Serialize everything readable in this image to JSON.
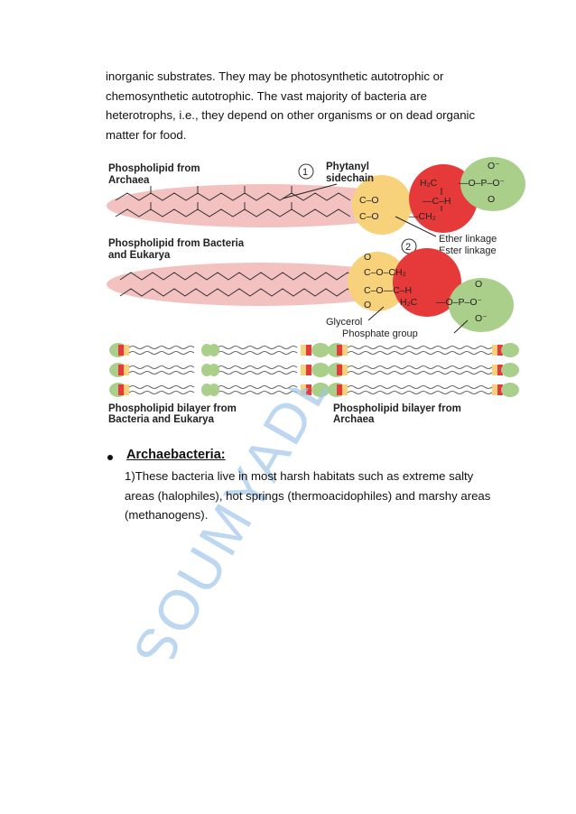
{
  "paragraph1": {
    "lines": [
      "inorganic substrates. They may be photosynthetic autotrophic or",
      "chemosynthetic autotrophic. The vast majority of bacteria are",
      "heterotrophs, i.e., they depend on other organisms or on dead organic",
      "matter for food."
    ]
  },
  "figure": {
    "label_archaea": [
      "Phospholipid from",
      "Archaea"
    ],
    "label_bacteria": [
      "Phospholipid from Bacteria",
      "and Eukarya"
    ],
    "marker1": "1",
    "marker2": "2",
    "phytanyl": [
      "Phytanyl",
      "sidechain"
    ],
    "ether": "Ether linkage",
    "ester": "Ester linkage",
    "glycerol": "Glycerol",
    "phosphate": "Phosphate group",
    "bilayer_bacteria": [
      "Phospholipid bilayer from",
      "Bacteria and Eukarya"
    ],
    "bilayer_archaea": [
      "Phospholipid bilayer from",
      "Archaea"
    ],
    "colors": {
      "tail": "#f4c1c1",
      "glycerol": "#f7d27a",
      "phosphate_red": "#e63a3a",
      "phosphate_green": "#a9cf8a"
    }
  },
  "section": {
    "title": "Archaebacteria:",
    "lines": [
      "1)These bacteria  live in most harsh habitats such as extreme salty",
      "areas (halophiles), hot springs (thermoacidophiles) and marshy areas",
      "(methanogens)."
    ]
  },
  "watermark": {
    "text": "SOUMYADEEP"
  }
}
